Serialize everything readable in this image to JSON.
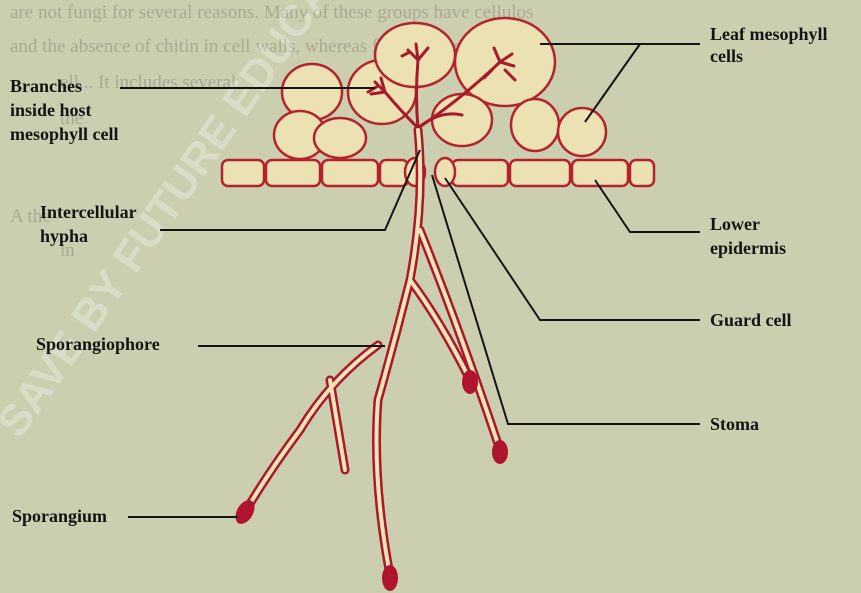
{
  "colors": {
    "background": "#cbcfb0",
    "hypha": "#a8192a",
    "hypha_fill": "#efe4b8",
    "cell_wall": "#b3232c",
    "cell_fill": "#ece1b3",
    "label_line": "#141414",
    "sporangium": "#b01530"
  },
  "background_text": {
    "line1": "are not fungi for several reasons. Many of these groups have cellulos",
    "line2": "and the absence of chitin in cell walls, whereas fungi lack ce",
    "line3": "ell... It includes several",
    "line4": "the",
    "line5": "A   the",
    "line6": "in"
  },
  "watermark": "SAVE BY FUTURE EDUCATION",
  "labels": {
    "leaf_mesophyll_line1": "Leaf mesophyll",
    "leaf_mesophyll_line2": "cells",
    "branches_line1": "Branches",
    "branches_line2": "inside host",
    "branches_line3": "mesophyll cell",
    "intercellular_line1": "Intercellular",
    "intercellular_line2": "hypha",
    "lower_epidermis_line1": "Lower",
    "lower_epidermis_line2": "epidermis",
    "guard_cell": "Guard cell",
    "sporangiophore": "Sporangiophore",
    "stoma": "Stoma",
    "sporangium": "Sporangium"
  }
}
